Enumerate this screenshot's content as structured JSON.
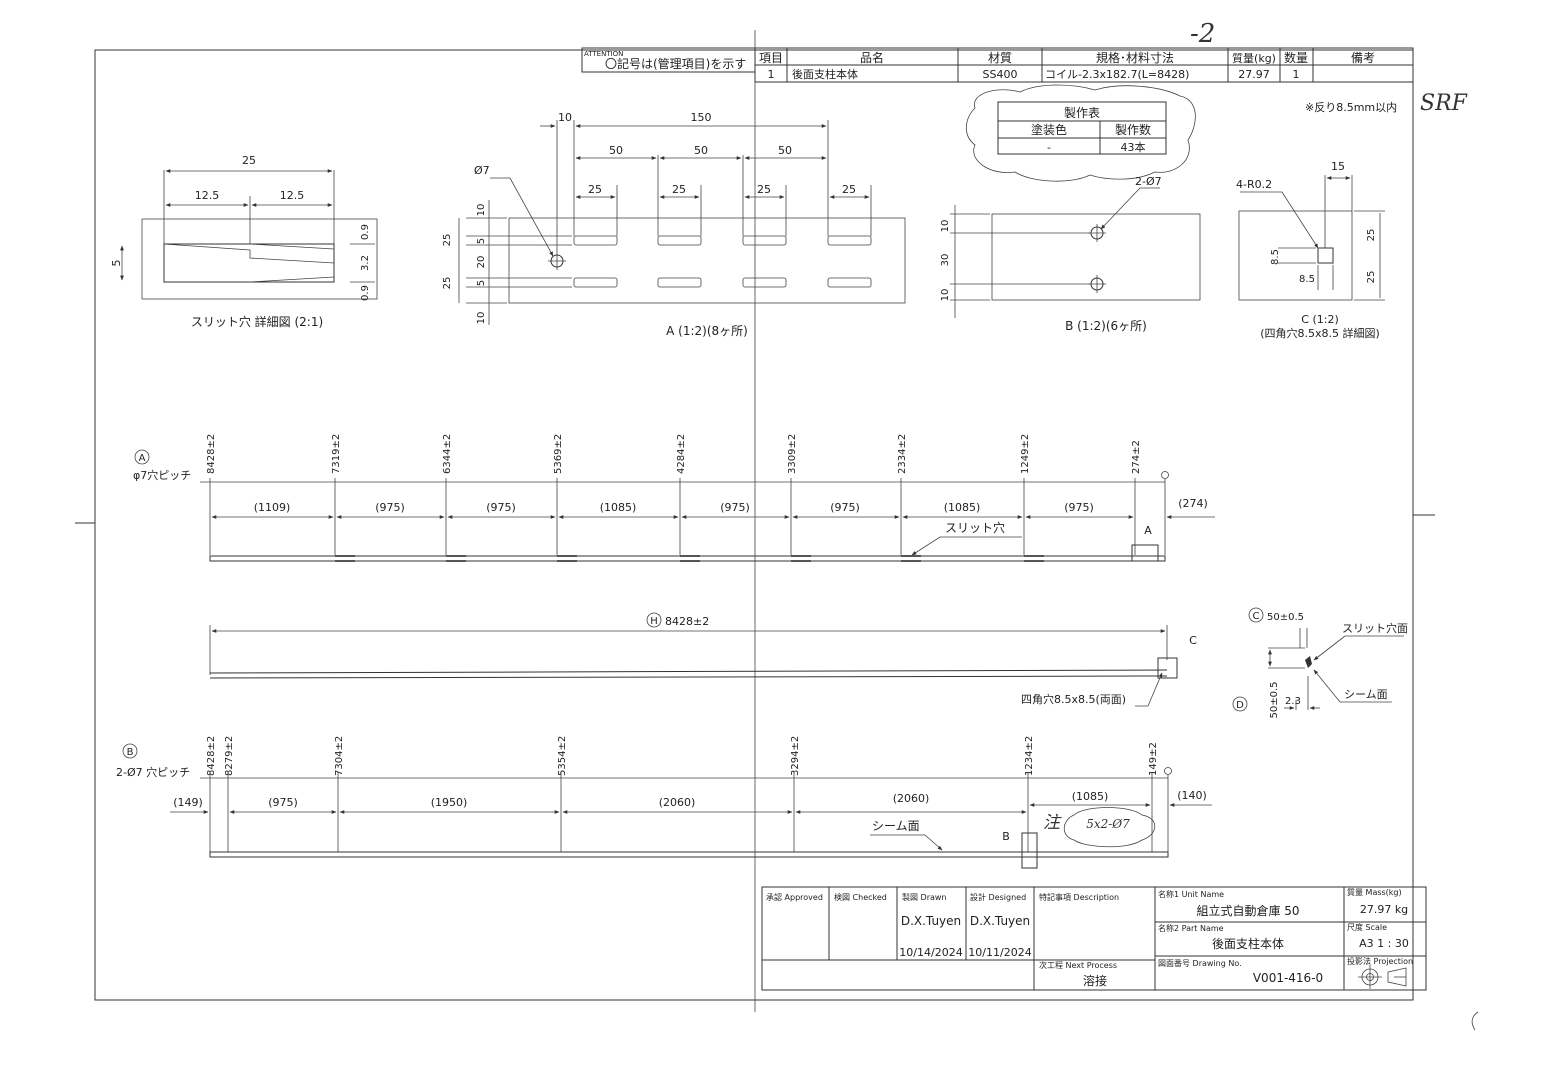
{
  "handwritten": {
    "top": "-2",
    "srf": "SRF",
    "note": "注",
    "bubble": "5x2-Ø7"
  },
  "header": {
    "attention_tag": "ATTENTION",
    "attention_text": "〇記号は(管理項目)を示す",
    "columns": [
      "項目",
      "品名",
      "材質",
      "規格･材料寸法",
      "質量(kg)",
      "数量",
      "備考"
    ],
    "row": [
      "1",
      "後面支柱本体",
      "SS400",
      "コイル-2.3x182.7(L=8428)",
      "27.97",
      "1",
      ""
    ]
  },
  "warp_note": "※反り8.5mm以内",
  "production_table": {
    "title": "製作表",
    "headers": [
      "塗装色",
      "製作数"
    ],
    "values": [
      "-",
      "43本"
    ]
  },
  "slit_detail": {
    "caption": "スリット穴 詳細図 (2:1)",
    "dims": [
      "25",
      "12.5",
      "12.5",
      "5",
      "0.9",
      "3.2",
      "0.9"
    ]
  },
  "view_a": {
    "caption": "A (1:2)(8ヶ所)",
    "hole": "Ø7",
    "top_dims": [
      "10",
      "150"
    ],
    "pitch": [
      "50",
      "50",
      "50"
    ],
    "slit_len": [
      "25",
      "25",
      "25",
      "25"
    ],
    "left_dims": [
      "10",
      "25",
      "5",
      "20",
      "5",
      "25",
      "10"
    ]
  },
  "view_b": {
    "caption": "B (1:2)(6ヶ所)",
    "holes": "2-Ø7",
    "dims": [
      "10",
      "30",
      "10"
    ]
  },
  "view_c": {
    "caption": "C (1:2)",
    "caption2": "(四角穴8.5x8.5 詳細図)",
    "radius": "4-R0.2",
    "dims": [
      "15",
      "8.5",
      "8.5",
      "25",
      "25"
    ]
  },
  "row_a": {
    "marker": "A",
    "label": "φ7穴ピッチ",
    "positions": [
      "8428±2",
      "7319±2",
      "6344±2",
      "5369±2",
      "4284±2",
      "3309±2",
      "2334±2",
      "1249±2",
      "274±2"
    ],
    "spans": [
      "(1109)",
      "(975)",
      "(975)",
      "(1085)",
      "(975)",
      "(975)",
      "(1085)",
      "(975)"
    ],
    "end": "(274)",
    "slit_label": "スリット穴",
    "ref": "A"
  },
  "row_h": {
    "marker": "H",
    "length": "8428±2",
    "ref": "C",
    "square_hole": "四角穴8.5x8.5(両面)"
  },
  "section_detail": {
    "c_marker": "C",
    "c_val": "50±0.5",
    "d_marker": "D",
    "d_val": "50±0.5",
    "slit_face": "スリット穴面",
    "seam_face": "シーム面",
    "dim": "2.3"
  },
  "row_b": {
    "marker": "B",
    "label": "2-Ø7 穴ピッチ",
    "positions": [
      "8428±2",
      "8279±2",
      "7304±2",
      "5354±2",
      "3294±2",
      "1234±2",
      "149±2"
    ],
    "spans": [
      "(149)",
      "(975)",
      "(1950)",
      "(2060)",
      "(2060)",
      "(1085)",
      "(140)"
    ],
    "seam_label": "シーム面",
    "ref": "B"
  },
  "title_block": {
    "approved": "承認 Approved",
    "checked": "検図 Checked",
    "drawn": "製図 Drawn",
    "designed": "設計 Designed",
    "description": "特記事項 Description",
    "drawn_by": "D.X.Tuyen",
    "designed_by": "D.X.Tuyen",
    "drawn_date": "10/14/2024",
    "designed_date": "10/11/2024",
    "next_process_label": "次工程 Next Process",
    "next_process": "溶接",
    "unit_name_label": "名称1 Unit Name",
    "unit_name": "組立式自動倉庫 50",
    "part_name_label": "名称2 Part Name",
    "part_name": "後面支柱本体",
    "drawing_no_label": "図面番号 Drawing No.",
    "drawing_no": "V001-416-0",
    "mass_label": "質量 Mass(kg)",
    "mass": "27.97 kg",
    "scale_label": "尺度 Scale",
    "scale": "A3  1 : 30",
    "projection_label": "投影法 Projection"
  }
}
